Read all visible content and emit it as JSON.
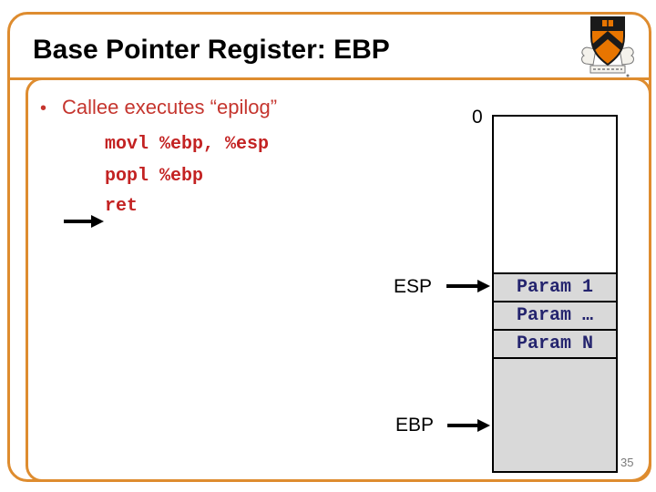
{
  "header": {
    "title": "Base Pointer Register: EBP"
  },
  "body": {
    "bullet_marker": "•",
    "bullet": "Callee executes “epilog”",
    "code_lines": [
      "movl %ebp, %esp",
      "popl %ebp",
      "ret"
    ]
  },
  "stack_diagram": {
    "zero_label": "0",
    "cells": [
      {
        "label": "Param 1"
      },
      {
        "label": "Param …"
      },
      {
        "label": "Param N"
      }
    ],
    "esp_label": "ESP",
    "ebp_label": "EBP"
  },
  "footer": {
    "page_number": "35"
  },
  "colors": {
    "frame_orange": "#DE8C2F",
    "title_black": "#000000",
    "bullet_red": "#C5352E",
    "code_red": "#C32222",
    "param_navy": "#24246E",
    "cell_gray": "#D9D9D9",
    "box_border_black": "#000000",
    "page_gray": "#7A7A7A",
    "crest_orange": "#E77500"
  }
}
